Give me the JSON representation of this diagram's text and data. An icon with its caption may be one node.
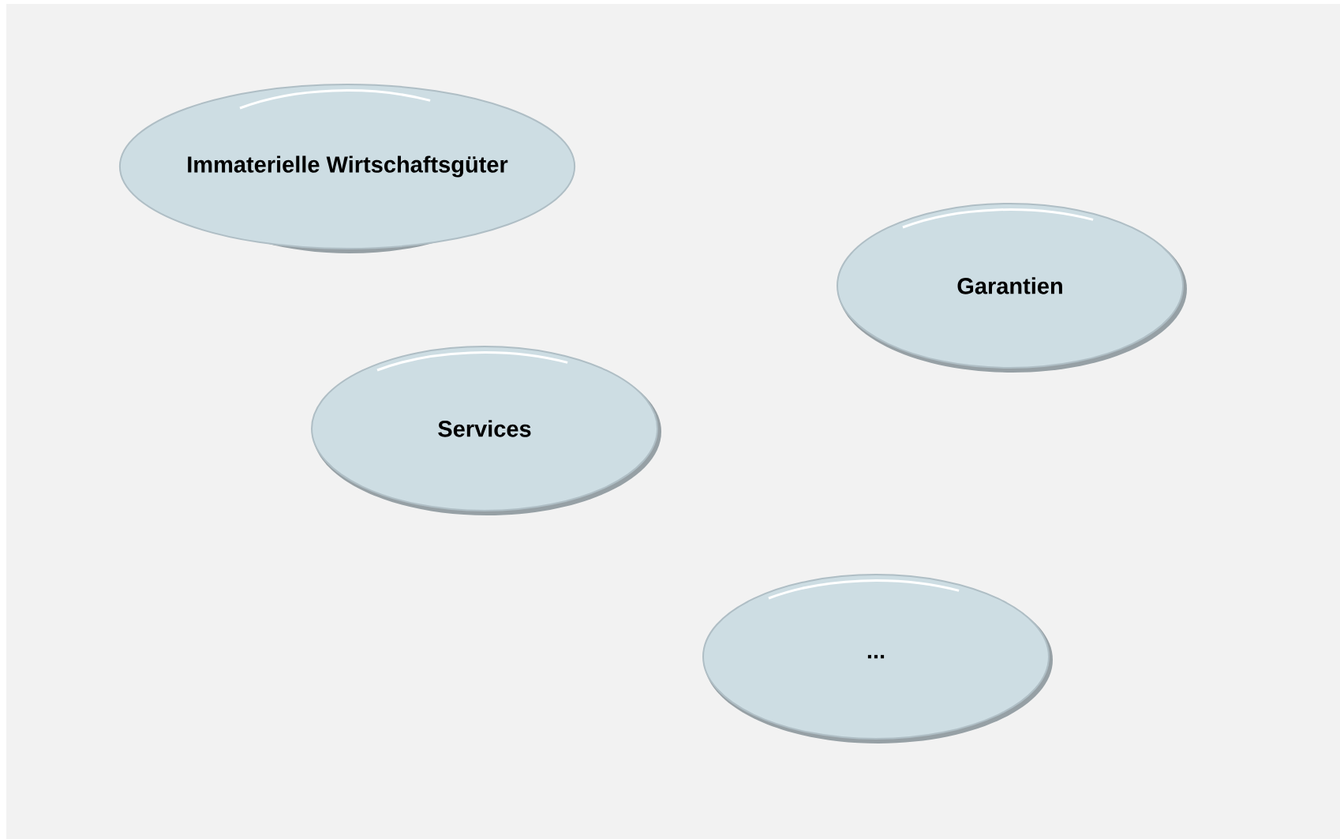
{
  "diagram": {
    "nodes": [
      {
        "text": [
          "Immaterielle Wirtschaftsgüter"
        ]
      },
      {
        "text": [
          "Garantien"
        ]
      },
      {
        "text": [
          "Services"
        ]
      },
      {
        "text": [
          "..."
        ]
      }
    ]
  }
}
